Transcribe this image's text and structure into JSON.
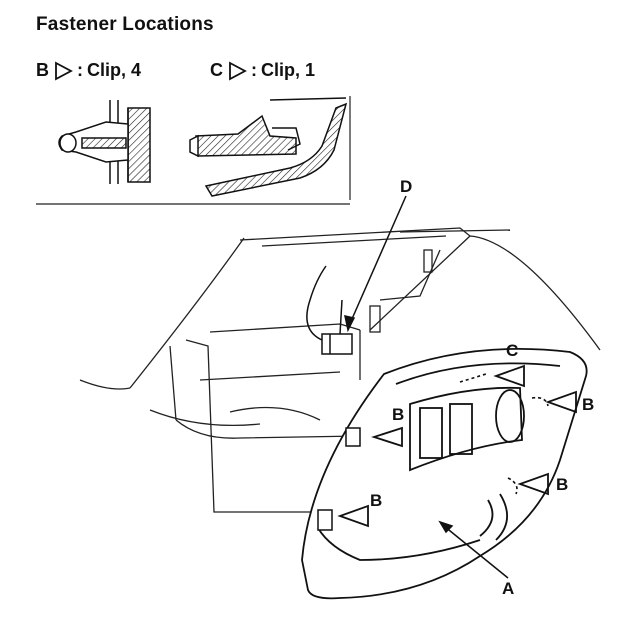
{
  "title": "Fastener Locations",
  "legend": [
    {
      "letter": "B",
      "sep": ":",
      "text": "Clip, 4"
    },
    {
      "letter": "C",
      "sep": ":",
      "text": "Clip, 1"
    }
  ],
  "callouts": {
    "a": "A",
    "b": "B",
    "c": "C",
    "d": "D"
  }
}
